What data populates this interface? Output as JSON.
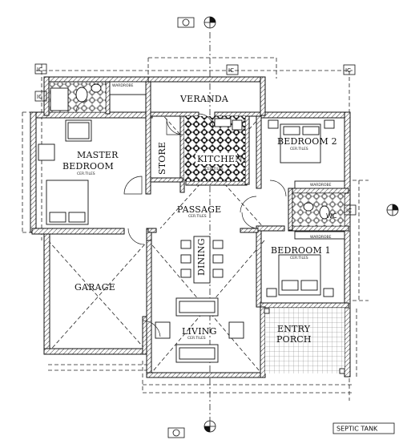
{
  "rooms": {
    "veranda": "VERANDA",
    "master_bedroom_line1": "MASTER",
    "master_bedroom_line2": "BEDROOM",
    "master_bedroom_floor": "CER.TILES",
    "store": "STORE",
    "kitchen": "KITCHEN",
    "kitchen_floor": "CER.TILES",
    "bedroom2": "BEDROOM 2",
    "bedroom2_floor": "CER.TILES",
    "passage": "PASSAGE",
    "passage_floor": "CER.TILES",
    "bedroom1": "BEDROOM 1",
    "bedroom1_floor": "CER.TILES",
    "garage": "GARAGE",
    "dining": "DINING",
    "living": "LIVING",
    "living_floor": "CER.TILES",
    "entry_porch_line1": "ENTRY",
    "entry_porch_line2": "PORCH",
    "wc": "WC"
  },
  "fixtures": {
    "wardrobe_master": "WARDROBE",
    "wardrobe_bed2": "WARDROBE",
    "wardrobe_bed1": "WARDROBE"
  },
  "tags": {
    "ic": "IC",
    "septic_tank": "SEPTIC TANK"
  },
  "colors": {
    "line": "#111111",
    "background": "#ffffff",
    "hatch": "#333333"
  },
  "icons": [
    "grid-marker-icon",
    "inspection-chamber-icon",
    "wc-icon",
    "door-swing-icon"
  ]
}
